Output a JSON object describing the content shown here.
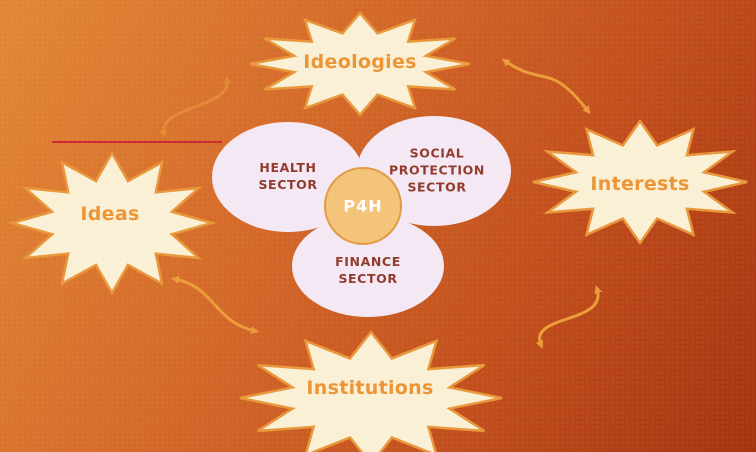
{
  "diagram": {
    "hub": {
      "label": "P4H"
    },
    "sectors": {
      "health": {
        "line1": "HEALTH",
        "line2": "SECTOR"
      },
      "social": {
        "line1": "SOCIAL",
        "line2": "PROTECTION",
        "line3": "SECTOR"
      },
      "finance": {
        "line1": "FINANCE",
        "line2": "SECTOR"
      }
    },
    "factors": {
      "top": {
        "label": "Ideologies"
      },
      "right": {
        "label": "Interests"
      },
      "bottom": {
        "label": "Institutions"
      },
      "left": {
        "label": "Ideas"
      }
    },
    "colors": {
      "background_top_left": "#e28736",
      "background_bottom_right": "#a53310",
      "starburst_fill": "#faf0d6",
      "starburst_stroke": "#e8973a",
      "factor_text": "#ed9434",
      "ellipse_fill": "#f3e8f4",
      "sector_text": "#8f3a2b",
      "hub_fill": "#f3c379",
      "hub_stroke": "#e09a43",
      "hub_text": "#ffffff",
      "arrow": "#f0a53c",
      "red_line": "#cc2630"
    }
  }
}
